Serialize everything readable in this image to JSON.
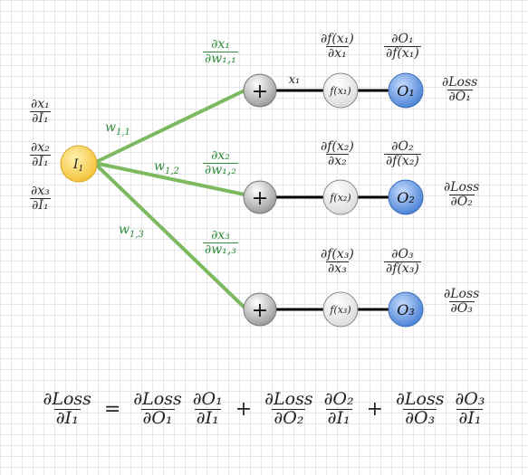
{
  "input_node": {
    "label": "I",
    "sub": "1"
  },
  "weights": [
    {
      "label": "w",
      "sub": "1,1"
    },
    {
      "label": "w",
      "sub": "1,2"
    },
    {
      "label": "w",
      "sub": "1,3"
    }
  ],
  "left_fracs": [
    {
      "num": "∂x₁",
      "den": "∂I₁"
    },
    {
      "num": "∂x₂",
      "den": "∂I₁"
    },
    {
      "num": "∂x₃",
      "den": "∂I₁"
    }
  ],
  "edge_grad_fracs": [
    {
      "num": "∂x₁",
      "den": "∂w₁,₁"
    },
    {
      "num": "∂x₂",
      "den": "∂w₁,₂"
    },
    {
      "num": "∂x₃",
      "den": "∂w₁,₃"
    }
  ],
  "sum_node_symbol": "+",
  "edge_x1_label": "x₁",
  "activation_nodes": [
    "f(x₁)",
    "f(x₂)",
    "f(x₃)"
  ],
  "output_nodes": [
    "O₁",
    "O₂",
    "O₃"
  ],
  "act_grad_fracs": [
    {
      "num": "∂f(x₁)",
      "den": "∂x₁"
    },
    {
      "num": "∂f(x₂)",
      "den": "∂x₂"
    },
    {
      "num": "∂f(x₃)",
      "den": "∂x₃"
    }
  ],
  "out_grad_fracs": [
    {
      "num": "∂O₁",
      "den": "∂f(x₁)"
    },
    {
      "num": "∂O₂",
      "den": "∂f(x₂)"
    },
    {
      "num": "∂O₃",
      "den": "∂f(x₃)"
    }
  ],
  "loss_fracs": [
    {
      "num": "∂Loss",
      "den": "∂O₁"
    },
    {
      "num": "∂Loss",
      "den": "∂O₂"
    },
    {
      "num": "∂Loss",
      "den": "∂O₃"
    }
  ],
  "equation": {
    "lhs": {
      "num": "∂Loss",
      "den": "∂I₁"
    },
    "equals": "=",
    "plus": "+",
    "terms": [
      [
        {
          "num": "∂Loss",
          "den": "∂O₁"
        },
        {
          "num": "∂O₁",
          "den": "∂I₁"
        }
      ],
      [
        {
          "num": "∂Loss",
          "den": "∂O₂"
        },
        {
          "num": "∂O₂",
          "den": "∂I₁"
        }
      ],
      [
        {
          "num": "∂Loss",
          "den": "∂O₃"
        },
        {
          "num": "∂O₃",
          "den": "∂I₁"
        }
      ]
    ]
  },
  "colors": {
    "edge_green": "#7cb960",
    "label_green": "#2e8b3a",
    "input_fill": "#ffd766",
    "output_fill": "#6d9ee0",
    "sum_fill": "#bdbdbd"
  }
}
